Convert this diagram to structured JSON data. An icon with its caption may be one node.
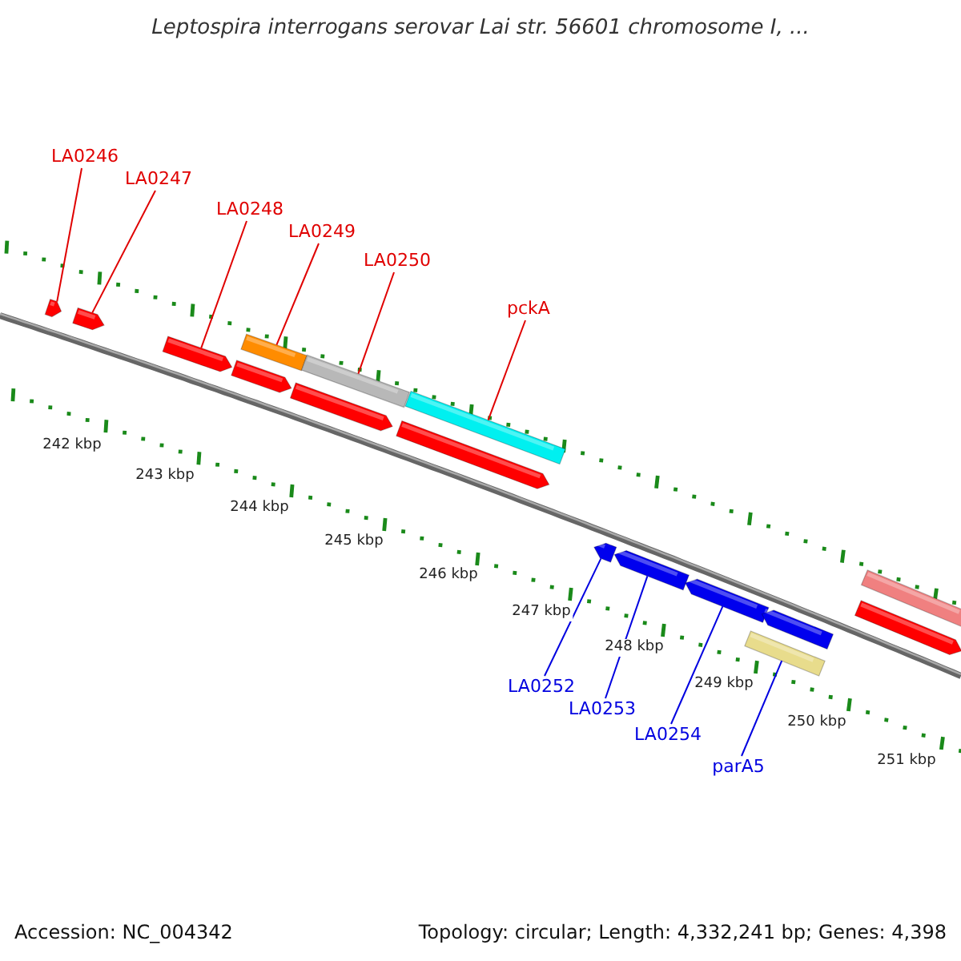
{
  "diagram": {
    "title": "Leptospira interrogans serovar Lai str. 56601 chromosome I, ...",
    "nodes": [
      {
        "text": [
          "LA0246"
        ]
      },
      {
        "text": [
          "LA0247"
        ]
      },
      {
        "text": [
          "LA0248"
        ]
      },
      {
        "text": [
          "LA0249"
        ]
      },
      {
        "text": [
          "LA0250"
        ]
      },
      {
        "text": [
          "pckA"
        ]
      },
      {
        "text": [
          "LA0252"
        ]
      },
      {
        "text": [
          "LA0253"
        ]
      },
      {
        "text": [
          "LA0254"
        ]
      },
      {
        "text": [
          "parA5"
        ]
      },
      {
        "text": [],
        "shape": "bar"
      },
      {
        "text": [],
        "shape": "bar"
      },
      {
        "text": [],
        "shape": "bar"
      },
      {
        "text": [],
        "shape": "bar"
      },
      {
        "text": [],
        "shape": "bar"
      },
      {
        "text": [],
        "shape": "bar"
      },
      {
        "text": [],
        "shape": "bar"
      },
      {
        "text": [],
        "shape": "bar"
      },
      {
        "text": [],
        "shape": "bar"
      },
      {
        "text": [],
        "shape": "bar"
      },
      {
        "text": [],
        "shape": "bar"
      },
      {
        "text": [],
        "shape": "bar"
      },
      {
        "text": [],
        "shape": "bar"
      },
      {
        "text": [],
        "shape": "bar"
      },
      {
        "text": [],
        "shape": "bar"
      },
      {
        "text": [],
        "shape": "bar"
      }
    ],
    "edges": [
      {
        "from": 0,
        "to": 10,
        "arrow": "none"
      },
      {
        "from": 1,
        "to": 11,
        "arrow": "none"
      },
      {
        "from": 2,
        "to": 12,
        "arrow": "none"
      },
      {
        "from": 3,
        "to": 13,
        "arrow": "none"
      },
      {
        "from": 4,
        "to": 15,
        "arrow": "none"
      },
      {
        "from": 5,
        "to": 17,
        "arrow": "none"
      },
      {
        "from": 6,
        "to": 19,
        "arrow": "none",
        "color": "#0000e0"
      },
      {
        "from": 7,
        "to": 20,
        "arrow": "none",
        "color": "#0000e0"
      },
      {
        "from": 8,
        "to": 21,
        "arrow": "none",
        "color": "#0000e0"
      },
      {
        "from": 9,
        "to": 23,
        "arrow": "none",
        "color": "#0000e0"
      }
    ],
    "labels": [
      "242 kbp",
      "243 kbp",
      "244 kbp",
      "245 kbp",
      "246 kbp",
      "247 kbp",
      "248 kbp",
      "249 kbp",
      "250 kbp",
      "251 kbp",
      "Accession: NC_004342",
      "Topology: circular; Length: 4,332,241 bp; Genes: 4,398"
    ]
  }
}
